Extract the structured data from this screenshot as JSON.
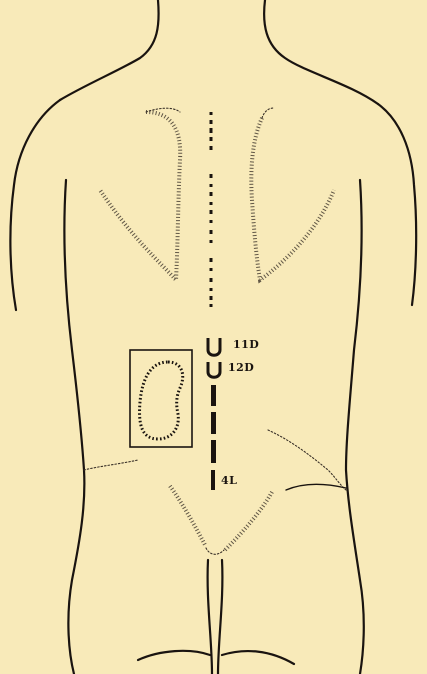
{
  "labels": {
    "vertebra_11": "11D",
    "vertebra_12": "12D",
    "vertebra_4l": "4L"
  },
  "colors": {
    "paper": "#f8eab9",
    "ink": "#1a1410"
  }
}
